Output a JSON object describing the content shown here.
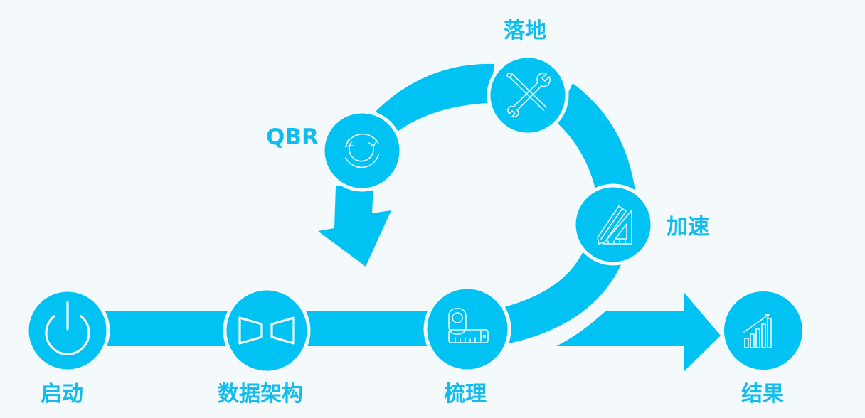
{
  "colors": {
    "background": "#f4f9fb",
    "accent": "#00c2f3",
    "label": "#10bdee",
    "icon_stroke": "#e9f8fe"
  },
  "title": "",
  "stages": [
    {
      "id": "start",
      "label": "启动",
      "icon": "power-icon"
    },
    {
      "id": "data-architecture",
      "label": "数据架构",
      "icon": "bowtie-icon"
    },
    {
      "id": "review",
      "label": "梳理",
      "icon": "tape-measure-icon"
    },
    {
      "id": "accelerate",
      "label": "加速",
      "icon": "pencil-ruler-icon"
    },
    {
      "id": "implement",
      "label": "落地",
      "icon": "wrench-screwdriver-icon"
    },
    {
      "id": "qbr",
      "label": "QBR",
      "icon": "refresh-cycle-icon"
    },
    {
      "id": "result",
      "label": "结果",
      "icon": "growth-chart-icon"
    }
  ],
  "flow": {
    "main_path": [
      "启动",
      "数据架构",
      "梳理",
      "结果"
    ],
    "loop_path": [
      "梳理",
      "加速",
      "落地",
      "QBR",
      "梳理"
    ]
  }
}
